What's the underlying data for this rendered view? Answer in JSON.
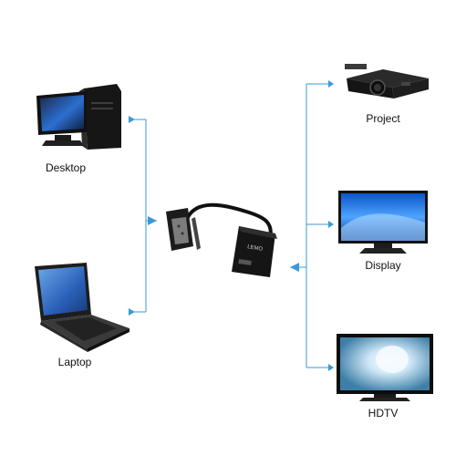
{
  "devices": {
    "desktop": {
      "label": "Desktop",
      "icon": "desktop-computer-icon"
    },
    "laptop": {
      "label": "Laptop",
      "icon": "laptop-icon"
    },
    "projector": {
      "label": "Project",
      "icon": "projector-icon"
    },
    "display": {
      "label": "Display",
      "icon": "monitor-icon"
    },
    "hdtv": {
      "label": "HDTV",
      "icon": "tv-icon"
    }
  },
  "adapter": {
    "brand": "LEMO",
    "icon": "vga-to-hdmi-adapter-icon"
  },
  "colors": {
    "connector_line": "#3a9ad9",
    "device_dark": "#1c1c1c",
    "screen": "#1f4fa8"
  }
}
